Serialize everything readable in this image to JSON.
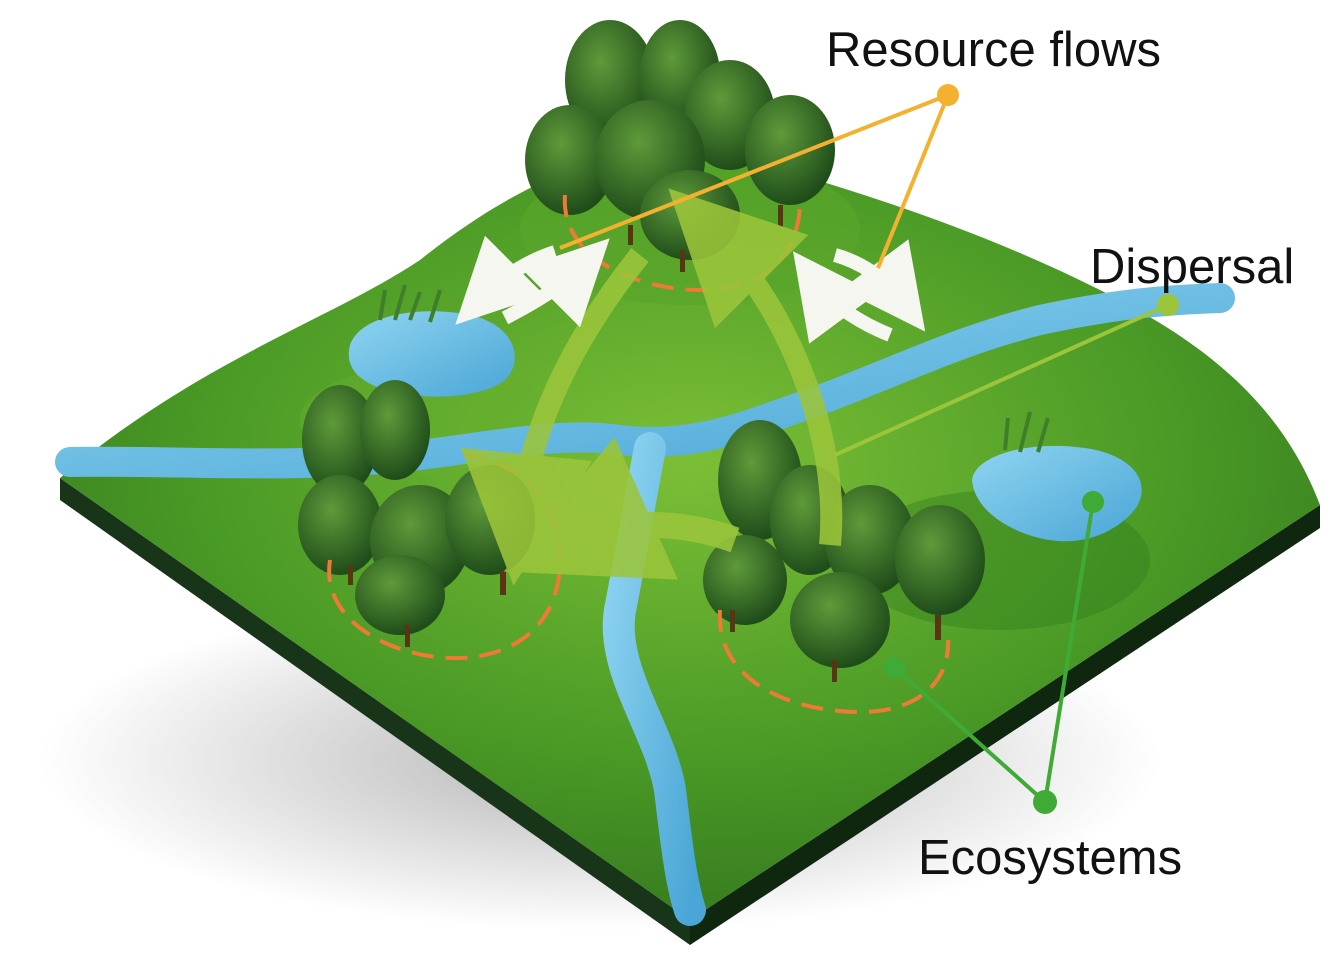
{
  "labels": {
    "resource_flows": "Resource flows",
    "dispersal": "Dispersal",
    "ecosystems": "Ecosystems"
  },
  "colors": {
    "resource_flows": "#f3b12f",
    "dispersal": "#9bc53a",
    "ecosystems": "#3faa35",
    "ecosystem_boundary": "#f07a35",
    "water": "#6fc1e6",
    "terrain": "#3d8a22",
    "terrain_side": "#18351a"
  },
  "icons": {
    "resource_flow_arrows": "double-curved-arrow-icon",
    "dispersal_arrows": "curved-arrow-icon",
    "ecosystem_boundary": "dashed-circle-icon"
  }
}
